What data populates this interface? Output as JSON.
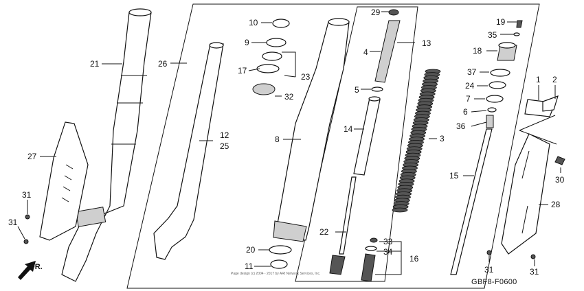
{
  "diagram": {
    "code": "GBF8-F0600",
    "direction_label": "FR.",
    "watermark": "Page design (c) 2004 - 2017 by ARI Network Services, Inc.",
    "callouts": [
      "10",
      "9",
      "17",
      "23",
      "32",
      "26",
      "21",
      "12",
      "25",
      "27",
      "31",
      "31",
      "8",
      "20",
      "11",
      "29",
      "13",
      "4",
      "5",
      "14",
      "22",
      "33",
      "34",
      "16",
      "3",
      "19",
      "35",
      "18",
      "37",
      "24",
      "7",
      "6",
      "36",
      "15",
      "1",
      "2",
      "30",
      "28",
      "31",
      "31"
    ]
  },
  "colors": {
    "line": "#111111",
    "shade": "#cfcfcf",
    "background": "#ffffff"
  }
}
